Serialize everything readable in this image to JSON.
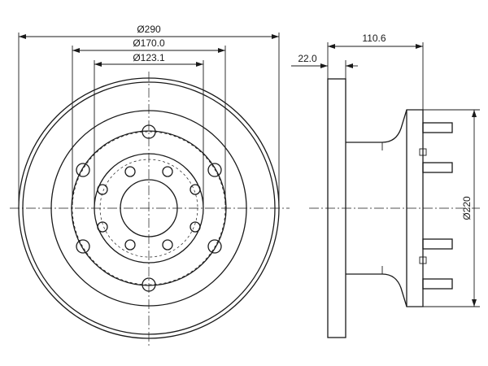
{
  "dimensions": {
    "outer_diameter": "Ø290",
    "bolt_circle_diameter": "Ø170.0",
    "inner_circle_diameter": "Ø123.1",
    "disc_thickness": "22.0",
    "overall_height": "110.6",
    "hub_diameter": "Ø220"
  },
  "colors": {
    "line": "#1a1a1a",
    "background": "#ffffff"
  }
}
